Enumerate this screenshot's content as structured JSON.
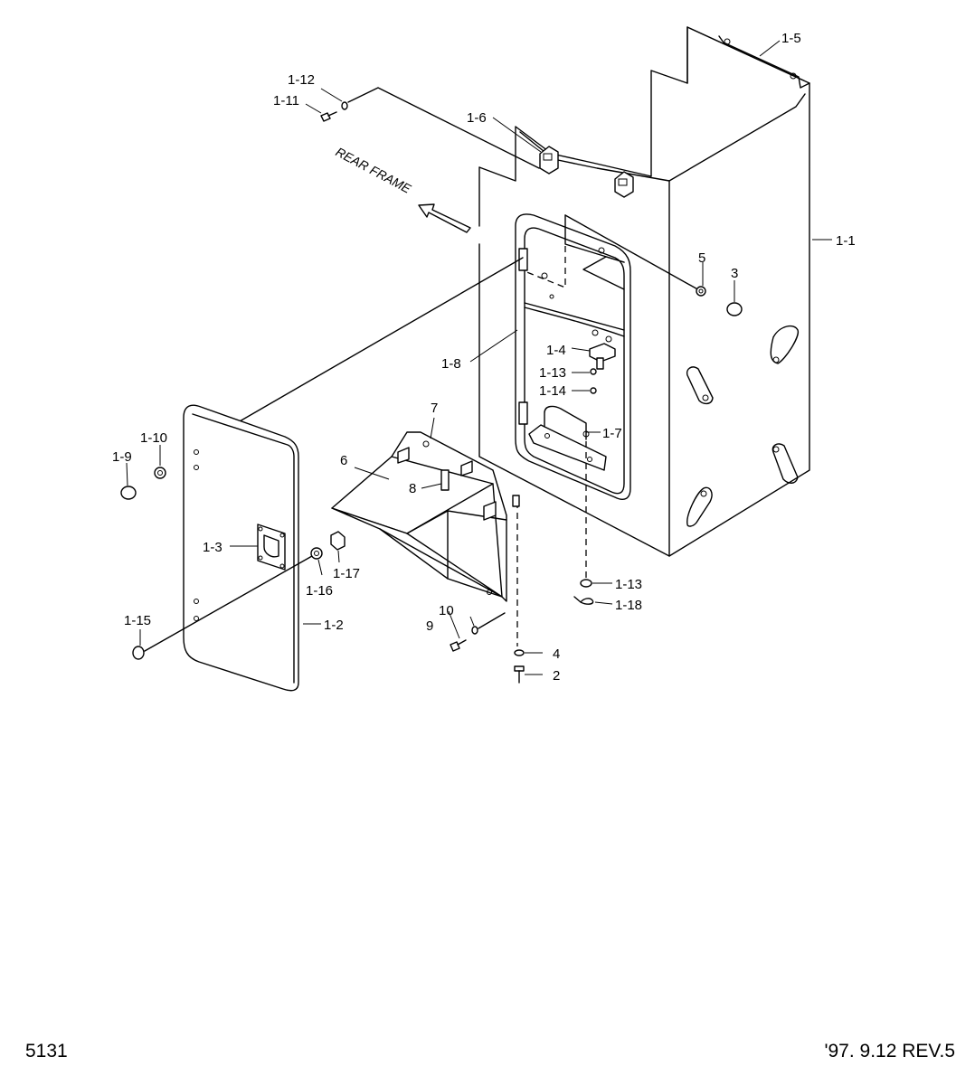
{
  "diagram": {
    "direction_label": "REAR FRAME",
    "callouts": {
      "c1_1": "1-1",
      "c1_2": "1-2",
      "c1_3": "1-3",
      "c1_4": "1-4",
      "c1_5": "1-5",
      "c1_6": "1-6",
      "c1_7": "1-7",
      "c1_8": "1-8",
      "c1_9": "1-9",
      "c1_10": "1-10",
      "c1_11": "1-11",
      "c1_12": "1-12",
      "c1_13a": "1-13",
      "c1_13b": "1-13",
      "c1_14": "1-14",
      "c1_15": "1-15",
      "c1_16": "1-16",
      "c1_17": "1-17",
      "c1_18": "1-18",
      "c2": "2",
      "c3": "3",
      "c4": "4",
      "c5": "5",
      "c6": "6",
      "c7": "7",
      "c8": "8",
      "c9": "9",
      "c10": "10"
    }
  },
  "footer": {
    "page_code": "5131",
    "revision": "'97. 9.12  REV.5"
  }
}
